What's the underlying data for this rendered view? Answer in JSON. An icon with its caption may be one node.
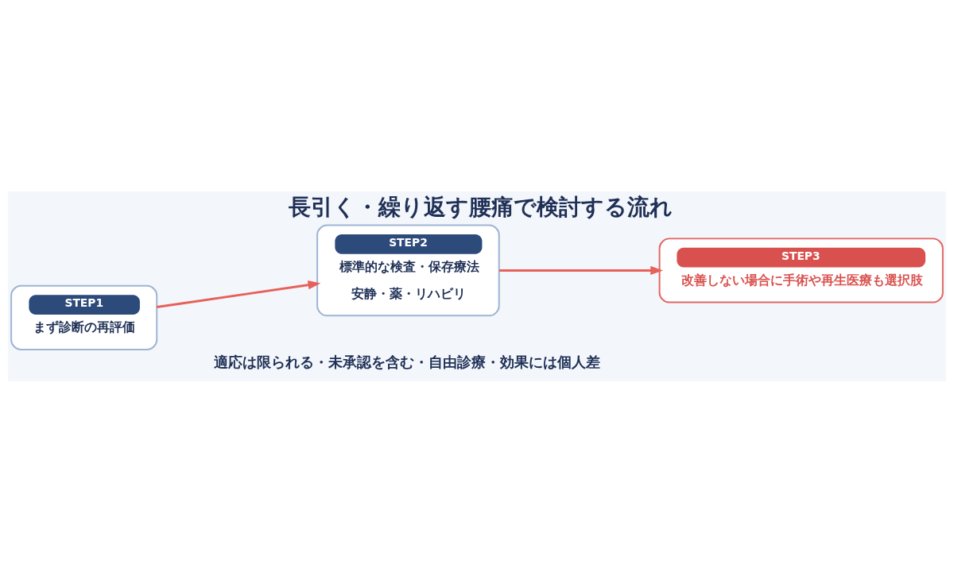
{
  "diagram": {
    "title": "長引く・繰り返す腰痛で検討する流れ",
    "caption": "適応は限られる・未承認を含む・自由診療・効果には個人差",
    "nodes": [
      {
        "text": [
          "STEP1",
          "まず診断の再評価"
        ]
      },
      {
        "text": [
          "STEP2",
          "標準的な検査・保存療法",
          "安静・薬・リハビリ"
        ]
      },
      {
        "text": [
          "STEP3",
          "改善しない場合に手術や再生医療も選択肢"
        ]
      }
    ],
    "edges": [
      {
        "from": 0,
        "to": 1,
        "arrow": "to"
      },
      {
        "from": 1,
        "to": 2,
        "arrow": "to"
      }
    ]
  }
}
